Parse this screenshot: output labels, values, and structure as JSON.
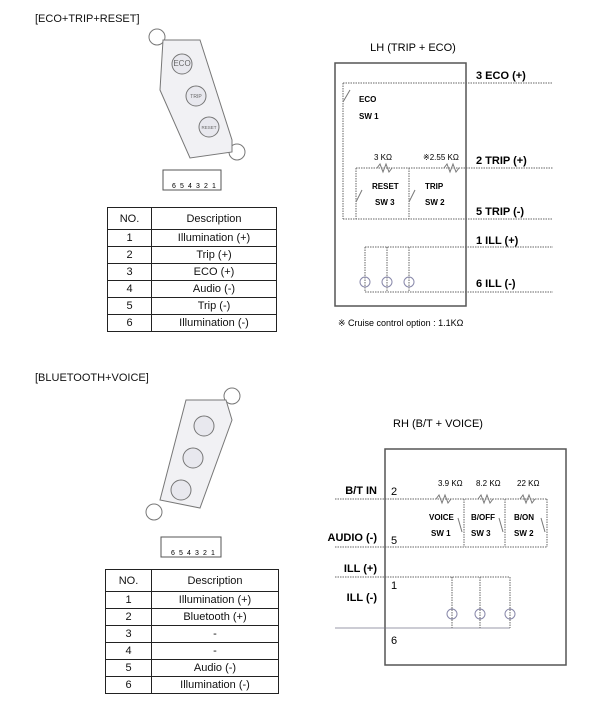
{
  "eco_section": {
    "title": "[ECO+TRIP+RESET]",
    "buttons": [
      "ECO",
      "TRIP",
      "RESET"
    ],
    "connector_pins": [
      "6",
      "5",
      "4",
      "3",
      "2",
      "1"
    ],
    "table": {
      "headers": [
        "NO.",
        "Description"
      ],
      "rows": [
        [
          "1",
          "Illumination (+)"
        ],
        [
          "2",
          "Trip (+)"
        ],
        [
          "3",
          "ECO (+)"
        ],
        [
          "4",
          "Audio (-)"
        ],
        [
          "5",
          "Trip (-)"
        ],
        [
          "6",
          "Illumination (-)"
        ]
      ]
    },
    "diagram": {
      "title": "LH (TRIP + ECO)",
      "terminals": [
        "3  ECO (+)",
        "2  TRIP (+)",
        "5  TRIP (-)",
        "1  ILL (+)",
        "6  ILL (-)"
      ],
      "switches": [
        {
          "name": "ECO",
          "id": "SW 1"
        },
        {
          "name": "RESET",
          "id": "SW 3"
        },
        {
          "name": "TRIP",
          "id": "SW 2"
        }
      ],
      "resistors": [
        "3 KΩ",
        "※2.55 KΩ"
      ],
      "footnote": "※ Cruise control option : 1.1KΩ"
    }
  },
  "bt_section": {
    "title": "[BLUETOOTH+VOICE]",
    "connector_pins": [
      "6",
      "5",
      "4",
      "3",
      "2",
      "1"
    ],
    "table": {
      "headers": [
        "NO.",
        "Description"
      ],
      "rows": [
        [
          "1",
          "Illumination (+)"
        ],
        [
          "2",
          "Bluetooth (+)"
        ],
        [
          "3",
          "-"
        ],
        [
          "4",
          "-"
        ],
        [
          "5",
          "Audio (-)"
        ],
        [
          "6",
          "Illumination (-)"
        ]
      ]
    },
    "diagram": {
      "title": "RH (B/T + VOICE)",
      "terminal_labels": [
        "B/T IN",
        "AUDIO (-)",
        "ILL (+)",
        "ILL (-)"
      ],
      "terminal_numbers": [
        "2",
        "5",
        "1",
        "6"
      ],
      "switches": [
        {
          "name": "VOICE",
          "id": "SW 1"
        },
        {
          "name": "B/OFF",
          "id": "SW 3"
        },
        {
          "name": "B/ON",
          "id": "SW 2"
        }
      ],
      "resistors": [
        "3.9 KΩ",
        "8.2 KΩ",
        "22 KΩ"
      ]
    }
  }
}
